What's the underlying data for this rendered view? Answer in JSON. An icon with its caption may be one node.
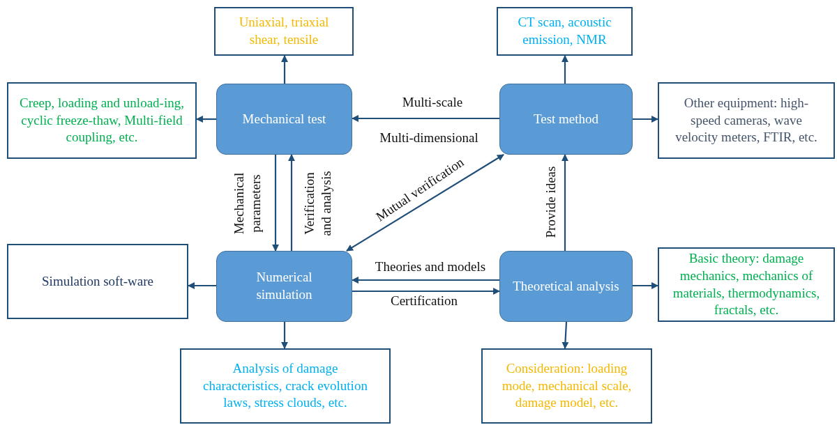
{
  "diagram": {
    "nodes": [
      {
        "text": [
          "Uniaxial, triaxial shear, tensile"
        ]
      },
      {
        "text": [
          "CT scan, acoustic emission, NMR"
        ]
      },
      {
        "text": [
          "Creep, loading and unload-ing, cyclic freeze-thaw, Multi-field coupling, etc."
        ]
      },
      {
        "text": [
          "Mechanical test"
        ]
      },
      {
        "text": [
          "Test method"
        ]
      },
      {
        "text": [
          "Other equipment: high-speed cameras, wave velocity meters, FTIR, etc."
        ]
      },
      {
        "text": [
          "Simulation soft-ware"
        ]
      },
      {
        "text": [
          "Numerical simulation"
        ]
      },
      {
        "text": [
          "Theoretical analysis"
        ]
      },
      {
        "text": [
          "Basic theory: damage mechanics, mechanics of materials, thermodynamics, fractals, etc."
        ]
      },
      {
        "text": [
          "Analysis of damage characteristics, crack evolution laws, stress clouds, etc."
        ]
      },
      {
        "text": [
          "Consideration: loading mode, mechanical scale, damage model, etc."
        ]
      }
    ],
    "edges": [
      {
        "from": 3,
        "to": 0,
        "arrow": "to"
      },
      {
        "from": 3,
        "to": 2,
        "arrow": "to"
      },
      {
        "from": 4,
        "to": 1,
        "arrow": "to"
      },
      {
        "from": 4,
        "to": 5,
        "arrow": "to"
      },
      {
        "from": 4,
        "to": 3,
        "arrow": "to",
        "label": "Multi-scale"
      },
      {
        "from": 3,
        "to": 7,
        "arrow": "to",
        "label": "Mechanical parameters"
      },
      {
        "from": 7,
        "to": 3,
        "arrow": "to",
        "label": "Verification and analysis"
      },
      {
        "from": 8,
        "to": 4,
        "arrow": "to",
        "label": "Provide ideas"
      },
      {
        "from": 7,
        "to": 4,
        "arrow": "both",
        "label": "Mutual verification"
      },
      {
        "from": 8,
        "to": 7,
        "arrow": "to",
        "label": "Theories and models"
      },
      {
        "from": 7,
        "to": 8,
        "arrow": "to",
        "label": "Certification"
      },
      {
        "from": 7,
        "to": 6,
        "arrow": "to"
      },
      {
        "from": 7,
        "to": 10,
        "arrow": "to"
      },
      {
        "from": 8,
        "to": 9,
        "arrow": "to"
      },
      {
        "from": 8,
        "to": 11,
        "arrow": "to"
      }
    ],
    "labels": [
      "Multi-dimensional"
    ]
  }
}
